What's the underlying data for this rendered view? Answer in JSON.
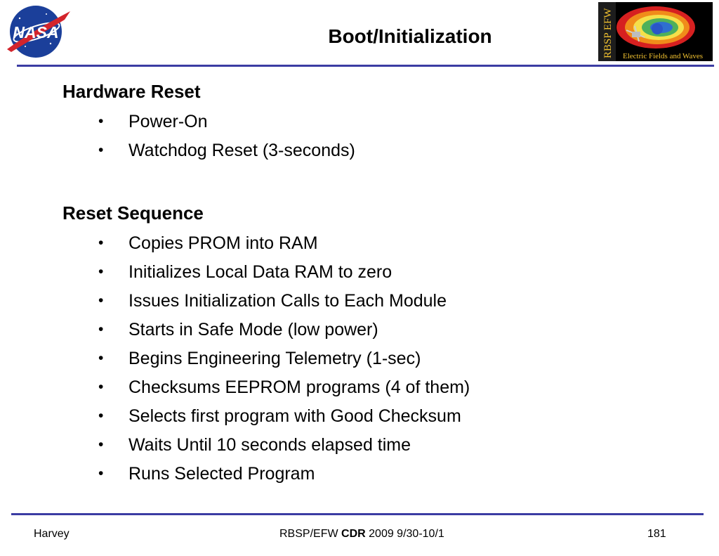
{
  "header": {
    "title": "Boot/Initialization",
    "nasa_logo_text": "NASA",
    "efw_logo_vertical_text": "RBSP EFW",
    "efw_logo_caption": "Electric Fields and Waves"
  },
  "sections": [
    {
      "heading": "Hardware Reset",
      "bullets": [
        "Power-On",
        "Watchdog Reset (3-seconds)"
      ]
    },
    {
      "heading": "Reset Sequence",
      "bullets": [
        "Copies PROM into RAM",
        "Initializes Local Data RAM to zero",
        "Issues Initialization Calls to Each Module",
        "Starts in Safe Mode (low power)",
        "Begins Engineering Telemetry (1-sec)",
        "Checksums EEPROM programs (4 of them)",
        "Selects first program with Good Checksum",
        "Waits Until 10 seconds elapsed time",
        "Runs Selected Program"
      ]
    }
  ],
  "bullet_glyph": "•",
  "footer": {
    "author": "Harvey",
    "project_prefix": "RBSP/EFW",
    "review": "CDR",
    "dates": "2009 9/30-10/1",
    "page_number": "181"
  },
  "colors": {
    "rule": "#3b3ca3",
    "nasa_blue": "#1b3f9a",
    "nasa_red": "#d3242c"
  }
}
